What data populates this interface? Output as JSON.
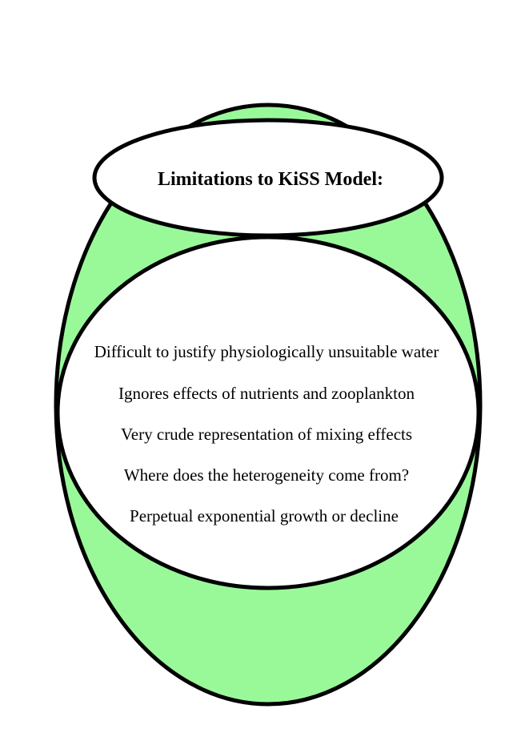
{
  "title": "Limitations to KiSS Model:",
  "limitations": [
    "Difficult to justify physiologically unsuitable water",
    "Ignores effects of nutrients and zooplankton",
    "Very crude representation of mixing effects",
    "Where does the heterogeneity come from?",
    "Perpetual exponential growth or decline"
  ],
  "colors": {
    "outer_fill": "#99f999",
    "inner_fill": "#ffffff",
    "stroke": "#000000"
  }
}
